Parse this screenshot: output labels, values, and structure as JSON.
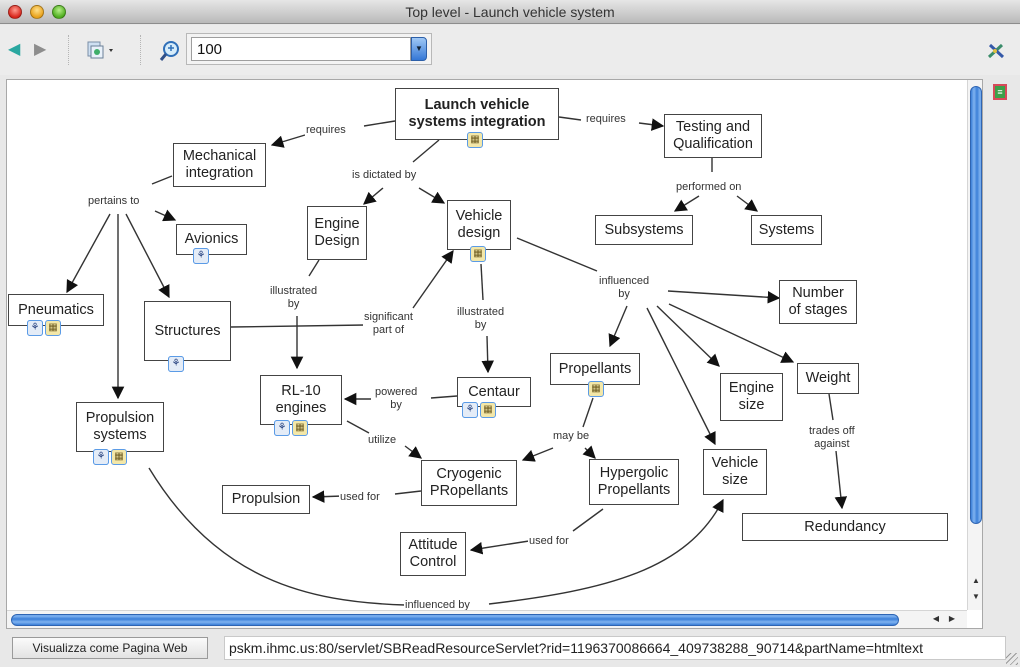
{
  "window": {
    "title": "Top level - Launch vehicle system"
  },
  "toolbar": {
    "back_icon": "arrow-left-icon",
    "forward_icon": "arrow-right-icon",
    "view_menu_icon": "window-stack-icon",
    "zoom_icon": "magnifier-icon",
    "zoom_value": "100",
    "tools_icon": "crossed-tools-icon"
  },
  "concept_map": {
    "nodes": [
      {
        "id": "lvsi",
        "label": "Launch vehicle\nsystems integration",
        "bold": true,
        "resources": [
          "doc"
        ]
      },
      {
        "id": "mech",
        "label": "Mechanical\nintegration",
        "resources": []
      },
      {
        "id": "testing",
        "label": "Testing and\nQualification",
        "resources": []
      },
      {
        "id": "avionics",
        "label": "Avionics",
        "resources": [
          "doc",
          "map"
        ]
      },
      {
        "id": "engine_design",
        "label": "Engine\nDesign",
        "resources": []
      },
      {
        "id": "vehicle_design",
        "label": "Vehicle\ndesign",
        "resources": [
          "doc"
        ]
      },
      {
        "id": "subsystems",
        "label": "Subsystems",
        "resources": []
      },
      {
        "id": "systems",
        "label": "Systems",
        "resources": []
      },
      {
        "id": "pneumatics",
        "label": "Pneumatics",
        "resources": [
          "img",
          "doc",
          "map"
        ]
      },
      {
        "id": "structures",
        "label": "Structures",
        "resources": [
          "doc",
          "map"
        ]
      },
      {
        "id": "num_stages",
        "label": "Number\nof stages",
        "resources": []
      },
      {
        "id": "propellants",
        "label": "Propellants",
        "resources": [
          "doc"
        ]
      },
      {
        "id": "rl10",
        "label": "RL-10\nengines",
        "resources": [
          "img",
          "doc",
          "map"
        ]
      },
      {
        "id": "centaur",
        "label": "Centaur",
        "resources": [
          "img",
          "doc",
          "map"
        ]
      },
      {
        "id": "engine_size",
        "label": "Engine\nsize",
        "resources": []
      },
      {
        "id": "weight",
        "label": "Weight",
        "resources": []
      },
      {
        "id": "prop_systems",
        "label": "Propulsion\nsystems",
        "resources": [
          "img",
          "doc",
          "map"
        ]
      },
      {
        "id": "vehicle_size",
        "label": "Vehicle\nsize",
        "resources": []
      },
      {
        "id": "cryogenic",
        "label": "Cryogenic\nPRopellants",
        "resources": []
      },
      {
        "id": "hypergolic",
        "label": "Hypergolic\nPropellants",
        "resources": []
      },
      {
        "id": "propulsion",
        "label": "Propulsion",
        "resources": []
      },
      {
        "id": "redundancy",
        "label": "Redundancy",
        "resources": []
      },
      {
        "id": "attitude",
        "label": "Attitude\nControl",
        "resources": []
      }
    ],
    "links": [
      {
        "id": "requires_left",
        "label": "requires"
      },
      {
        "id": "requires_right",
        "label": "requires"
      },
      {
        "id": "is_dictated_by",
        "label": "is dictated by"
      },
      {
        "id": "performed_on",
        "label": "performed on"
      },
      {
        "id": "pertains_to",
        "label": "pertains to"
      },
      {
        "id": "illustrated_by_1",
        "label": "illustrated\nby"
      },
      {
        "id": "significant_part_of",
        "label": "significant\npart of"
      },
      {
        "id": "illustrated_by_2",
        "label": "illustrated\nby"
      },
      {
        "id": "influenced_by_1",
        "label": "influenced\nby"
      },
      {
        "id": "powered_by",
        "label": "powered\nby"
      },
      {
        "id": "utilize",
        "label": "utilize"
      },
      {
        "id": "may_be",
        "label": "may be"
      },
      {
        "id": "trades_off_against",
        "label": "trades off\nagainst"
      },
      {
        "id": "used_for_1",
        "label": "used for"
      },
      {
        "id": "used_for_2",
        "label": "used for"
      },
      {
        "id": "influenced_by_2",
        "label": "influenced by"
      }
    ]
  },
  "footer": {
    "view_as_web_button": "Visualizza come Pagina Web",
    "url": "pskm.ihmc.us:80/servlet/SBReadResourceServlet?rid=1196370086664_409738288_90714&partName=htmltext"
  }
}
